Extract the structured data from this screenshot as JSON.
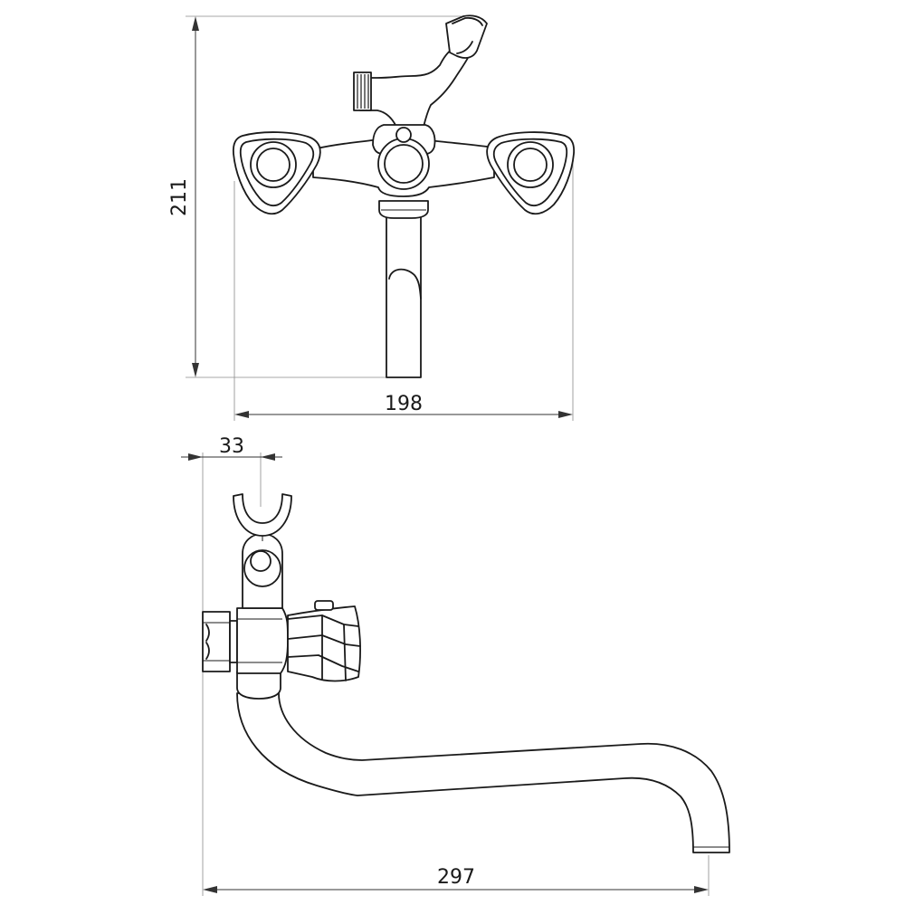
{
  "drawing": {
    "front_view": {
      "height_label": "211",
      "width_label": "198"
    },
    "side_view": {
      "holder_offset_label": "33",
      "spout_reach_label": "297"
    }
  }
}
